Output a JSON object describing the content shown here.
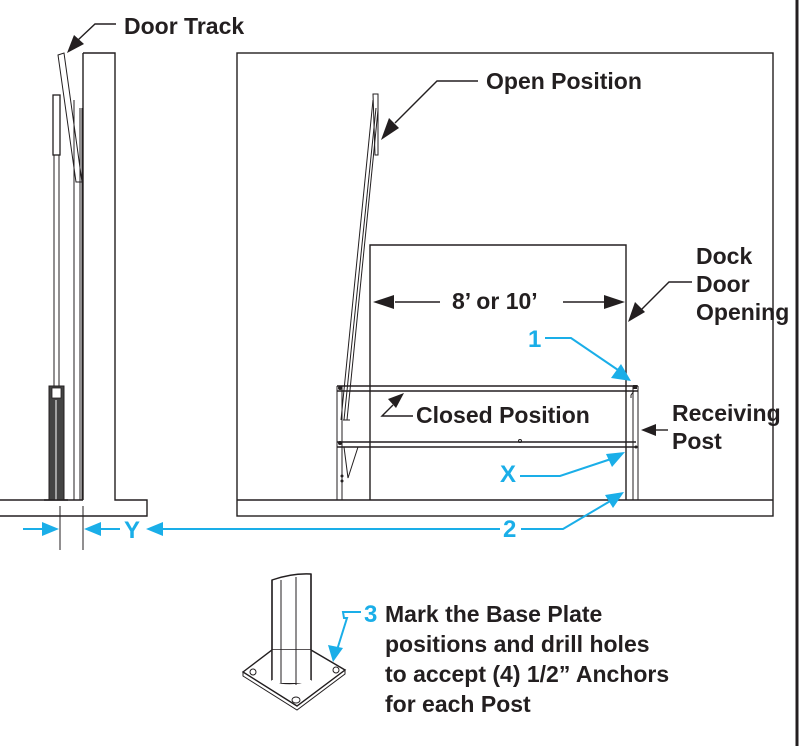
{
  "diagram": {
    "labels": {
      "door_track": "Door Track",
      "open_position": "Open Position",
      "dock_door_opening_line1": "Dock",
      "dock_door_opening_line2": "Door",
      "dock_door_opening_line3": "Opening",
      "width_dimension": "8’ or 10’",
      "closed_position": "Closed Position",
      "receiving_post_line1": "Receiving",
      "receiving_post_line2": "Post"
    },
    "callouts": {
      "step1": "1",
      "step2": "2",
      "step3": "3",
      "x_marker": "X",
      "y_marker": "Y"
    },
    "instruction": {
      "line1": "Mark the Base Plate",
      "line2": "positions and drill holes",
      "line3": "to accept (4) 1/2” Anchors",
      "line4": "for each Post"
    },
    "colors": {
      "callout_blue": "#1aaee8",
      "line_dark": "#231f20"
    }
  }
}
